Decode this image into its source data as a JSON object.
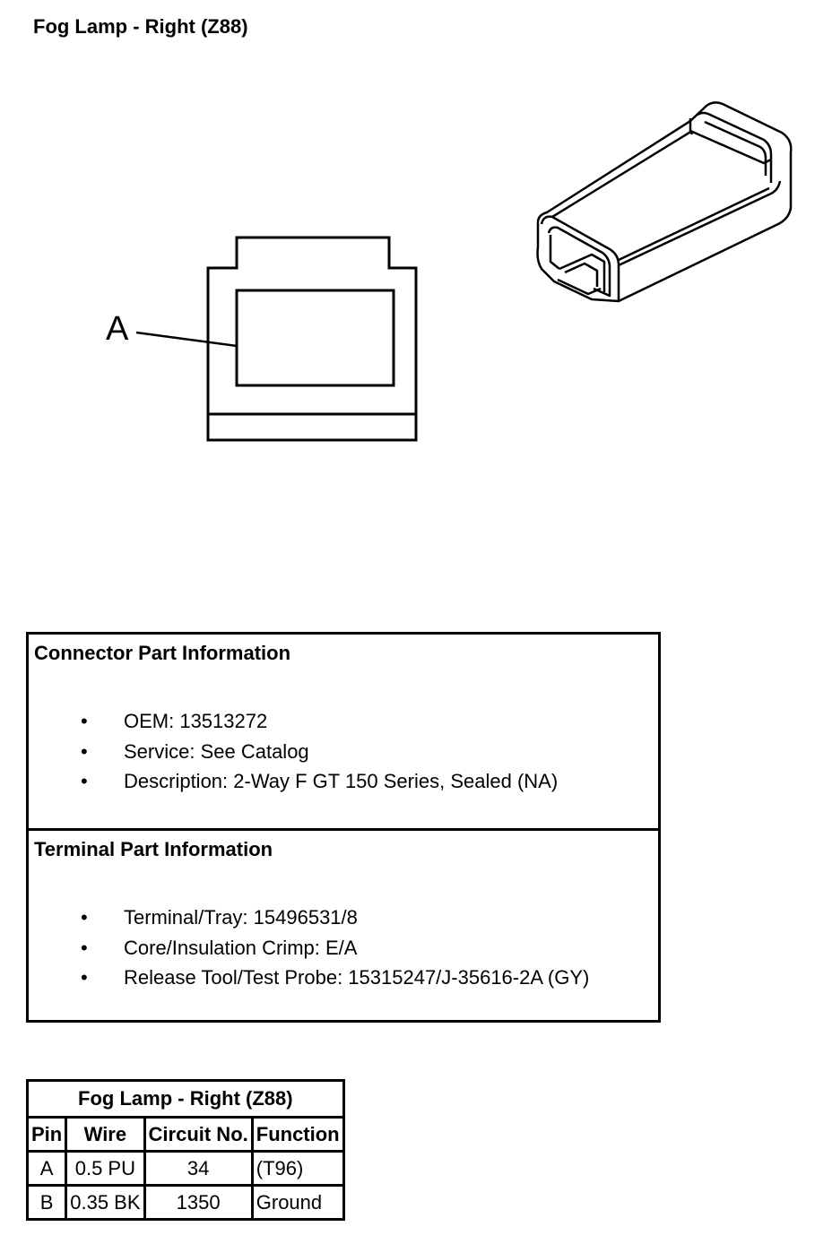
{
  "title": "Fog Lamp - Right (Z88)",
  "diagram": {
    "callout_label": "A"
  },
  "connector_info": {
    "heading": "Connector Part Information",
    "items": [
      "OEM: 13513272",
      "Service: See Catalog",
      "Description: 2-Way F GT 150 Series, Sealed (NA)"
    ]
  },
  "terminal_info": {
    "heading": "Terminal Part Information",
    "items": [
      "Terminal/Tray: 15496531/8",
      "Core/Insulation Crimp: E/A",
      "Release Tool/Test Probe: 15315247/J-35616-2A (GY)"
    ]
  },
  "pin_table": {
    "caption": "Fog Lamp - Right (Z88)",
    "headers": [
      "Pin",
      "Wire",
      "Circuit No.",
      "Function"
    ],
    "rows": [
      [
        "A",
        "0.5 PU",
        "34",
        "(T96)"
      ],
      [
        "B",
        "0.35 BK",
        "1350",
        "Ground"
      ]
    ]
  }
}
